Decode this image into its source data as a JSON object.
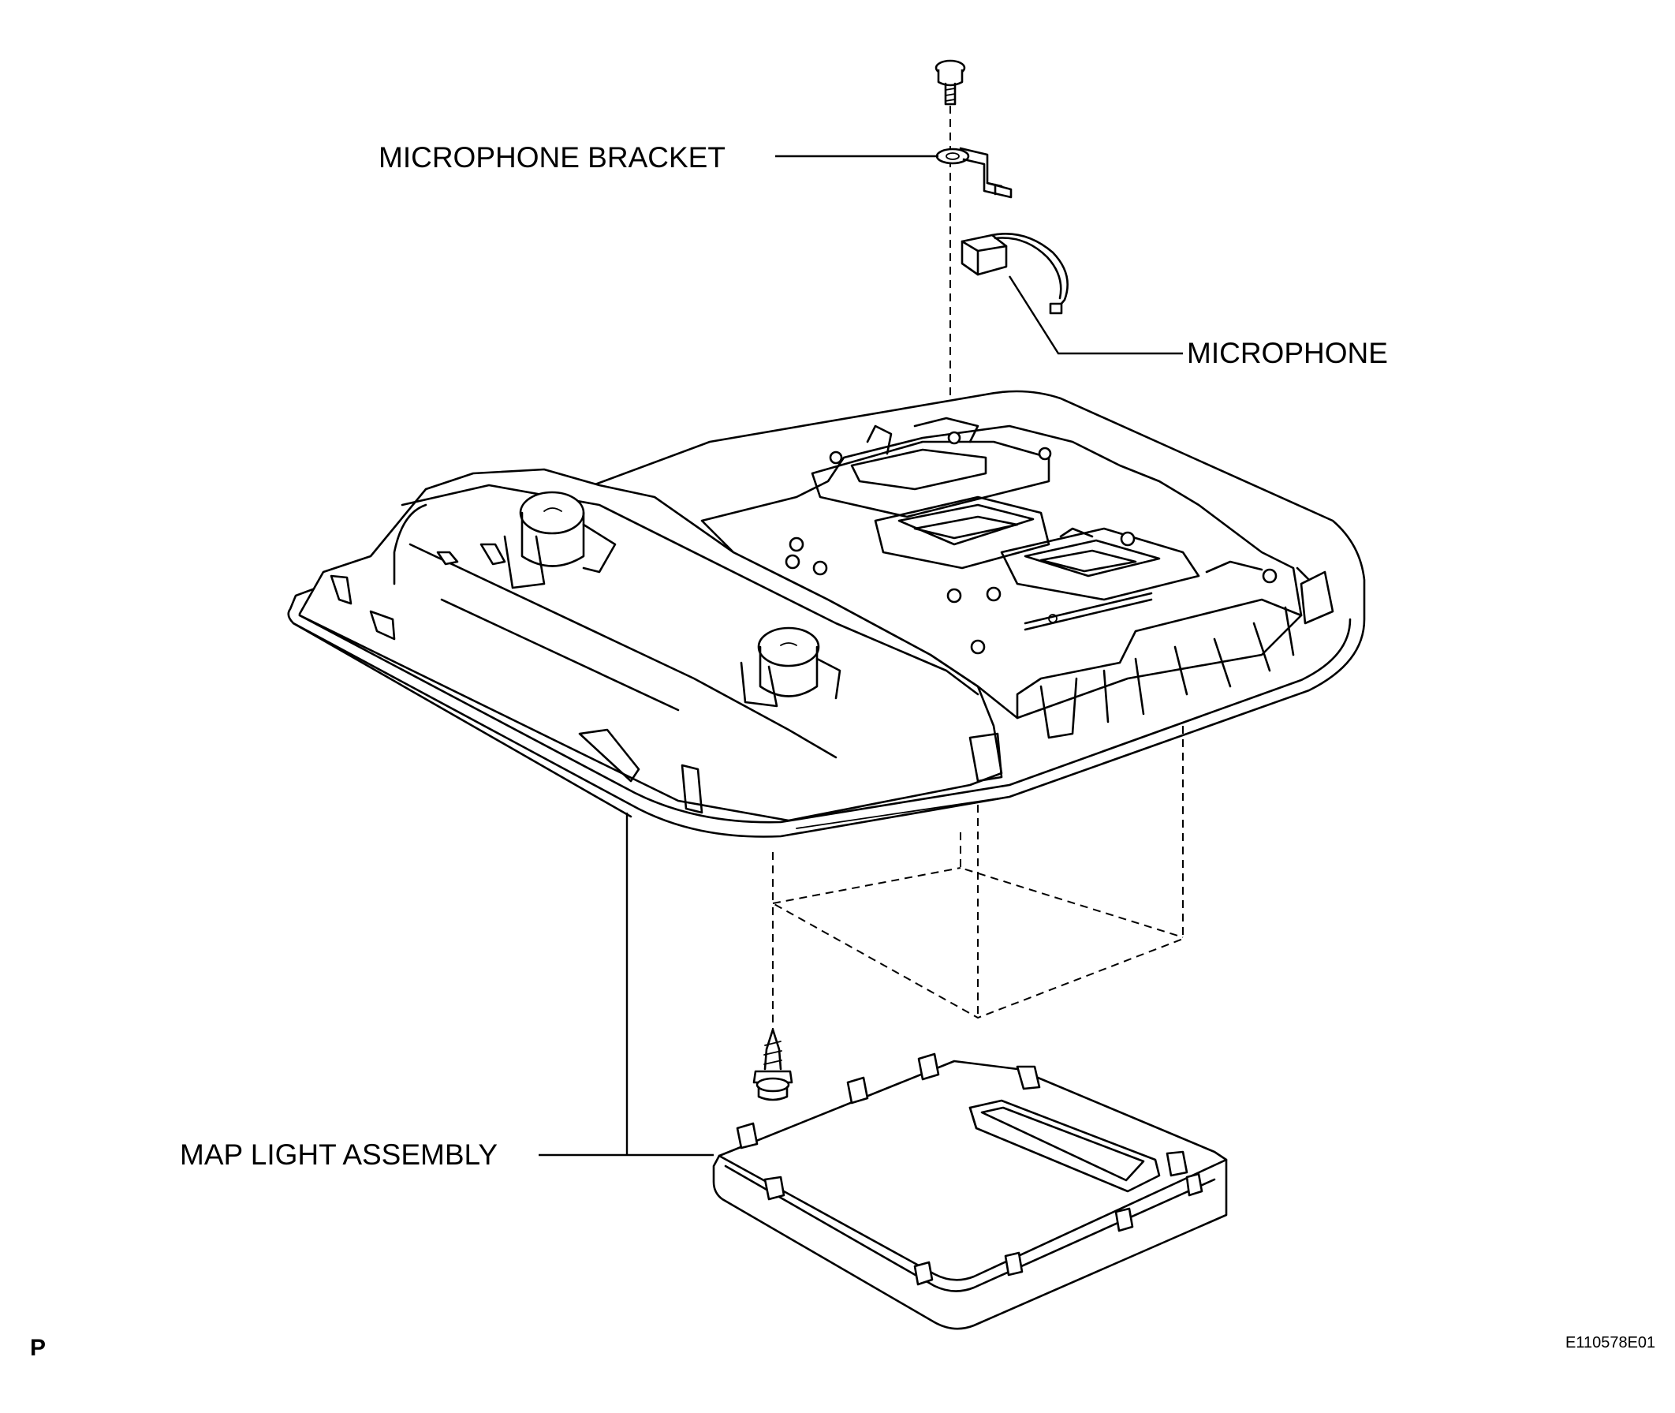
{
  "labels": {
    "microphone_bracket": "MICROPHONE BRACKET",
    "microphone": "MICROPHONE",
    "map_light_assembly": "MAP LIGHT ASSEMBLY"
  },
  "corner_mark": "P",
  "figure_code": "E110578E01"
}
